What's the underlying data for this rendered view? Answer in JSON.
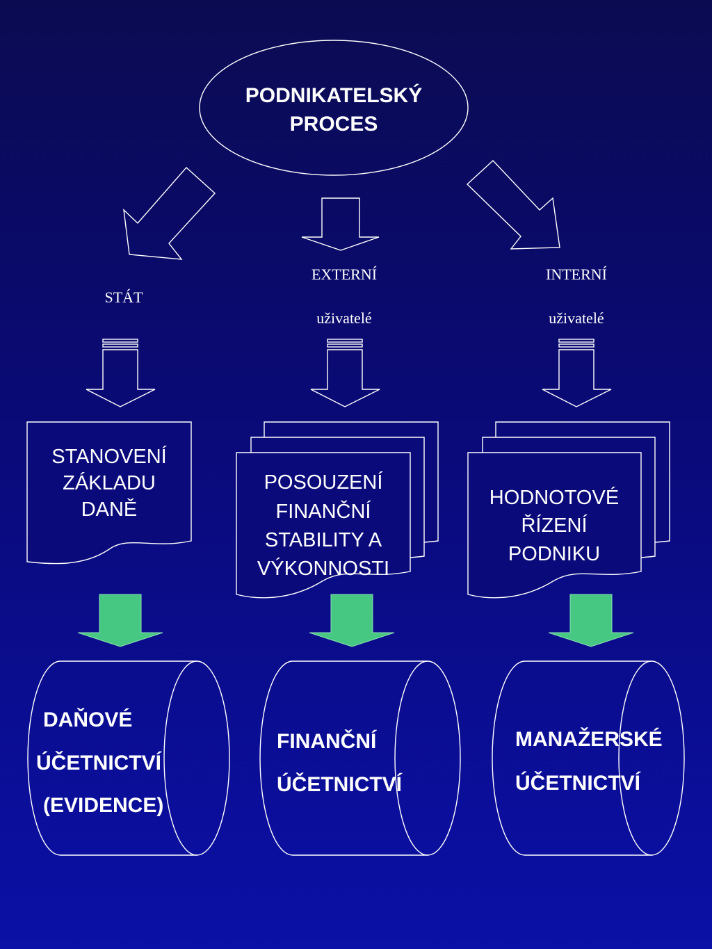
{
  "process": {
    "line1": "PODNIKATELSKÝ",
    "line2": "PROCES"
  },
  "users": {
    "state": "STÁT",
    "external": {
      "line1": "EXTERNÍ",
      "line2": "uživatelé"
    },
    "internal": {
      "line1": "INTERNÍ",
      "line2": "uživatelé"
    }
  },
  "documents": {
    "tax": {
      "line1": "STANOVENÍ",
      "line2": "ZÁKLADU",
      "line3": "DANĚ"
    },
    "finance": {
      "line1": "POSOUZENÍ",
      "line2": "FINANČNÍ",
      "line3": "STABILITY A",
      "line4": "VÝKONNOSTI"
    },
    "value": {
      "line1": "HODNOTOVÉ",
      "line2": "ŘÍZENÍ",
      "line3": "PODNIKU"
    }
  },
  "accounting": {
    "tax": {
      "line1": "DAŇOVÉ",
      "line2": "ÚČETNICTVÍ",
      "line3": "(EVIDENCE)"
    },
    "financial": {
      "line1": "FINANČNÍ",
      "line2": "ÚČETNICTVÍ"
    },
    "managerial": {
      "line1": "MANAŽERSKÉ",
      "line2": "ÚČETNICTVÍ"
    }
  },
  "colors": {
    "background": "#0a0a78",
    "line": "#ffffff",
    "green_arrow": "#46c882"
  }
}
